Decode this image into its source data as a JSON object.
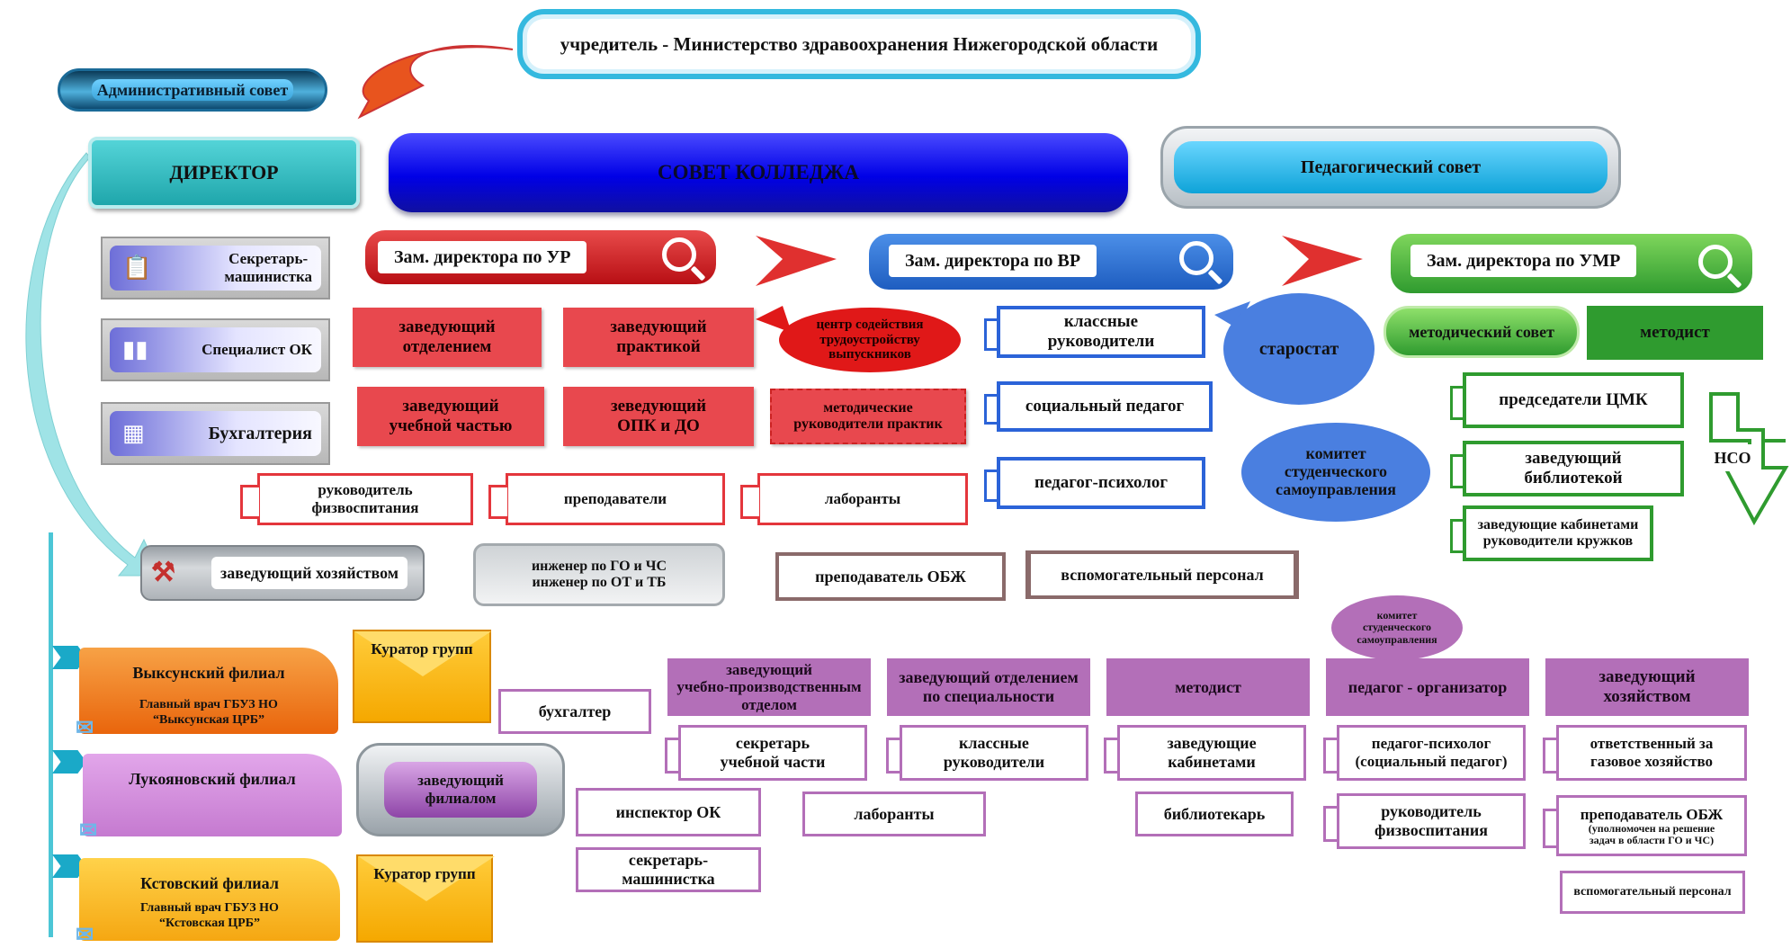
{
  "top": {
    "founder": "учредитель - Министерство здравоохранения Нижегородской области",
    "admin_council": "Административный совет",
    "director": "ДИРЕКТОР",
    "college_council": "СОВЕТ КОЛЛЕДЖА",
    "ped_council": "Педагогический совет"
  },
  "left_tiles": [
    {
      "label": "Секретарь-\nмашинистка",
      "icon": "phone-clipboard-icon"
    },
    {
      "label": "Специалист ОК",
      "icon": "binders-icon"
    },
    {
      "label": "Бухгалтерия",
      "icon": "calculator-chart-icon"
    }
  ],
  "deputies": {
    "ur": "Зам. директора по УР",
    "vr": "Зам. директора по ВР",
    "umr": "Зам. директора по УМР"
  },
  "ur_units": {
    "head_dept": "заведующий\nотделением",
    "head_practice": "заведующий\nпрактикой",
    "head_study": "заведующий\nучебной частью",
    "head_opk": "зеведующий\nОПК и ДО",
    "method_practice": "методические\nруководители практик",
    "career_center": "центр содействия\nтрудоустройству\nвыпускников",
    "phys_ed": "руководитель\nфизвоспитания",
    "teachers": "преподаватели",
    "lab": "лаборанты"
  },
  "vr_units": {
    "class_teachers": "классные\nруководители",
    "social": "социальный педагог",
    "psych": "педагог-психолог",
    "starostat": "старостат",
    "student_gov": "комитет\nстуденческого\nсамоуправления"
  },
  "umr_units": {
    "method_council": "методический совет",
    "methodist": "методист",
    "cmk": "председатели ЦМК",
    "library": "заведующий\nбиблиотекой",
    "cabinets": "заведующие  кабинетами\nруководители кружков",
    "nso": "НСО"
  },
  "middle_row": {
    "household": "заведующий хозяйством",
    "engineer": "инженер по ГО и ЧС\nинженер по ОТ  и ТБ",
    "obzh": "преподаватель ОБЖ",
    "aux": "вспомогательный персонал"
  },
  "branches": [
    {
      "name": "Выксунский филиал",
      "doc": "Главный врач ГБУЗ НО\n“Выксунская ЦРБ”",
      "color": "#f07a1e"
    },
    {
      "name": "Лукояновский филиал",
      "doc": "",
      "color": "#c57ad0"
    },
    {
      "name": "Кстовский филиал",
      "doc": "Главный врач ГБУЗ НО\n“Кстовская ЦРБ”",
      "color": "#f5a712"
    }
  ],
  "curators": [
    "Куратор групп",
    "Куратор групп"
  ],
  "branch_head": "заведующий\nфилиалом",
  "branch_staff": {
    "accountant": "бухгалтер",
    "hr": "инспектор ОК",
    "secretary": "секретарь-\nмашинистка"
  },
  "violet_heads": [
    "заведующий\nучебно-производственным\nотделом",
    "заведующий отделением\nпо специальности",
    "методист",
    "педагог - организатор",
    "заведующий\nхозяйством"
  ],
  "violet_sub": {
    "sec_study": "секретарь\nучебной части",
    "class_teachers": "классные\nруководители",
    "cabinets": "заведующие\nкабинетами",
    "psych_social": "педагог-психолог\n(социальный педагог)",
    "gas": "ответственный за\nгазовое хозяйство",
    "lab": "лаборанты",
    "librarian": "библиотекарь",
    "phys_ed": "руководитель\nфизвоспитания",
    "obzh_main": "преподаватель ОБЖ",
    "obzh_note": "(уполномочен на решение\nзадач в области ГО и ЧС)",
    "aux": "вспомогательный персонал",
    "student_gov": "комитет\nстуденческого\nсамоуправления"
  }
}
